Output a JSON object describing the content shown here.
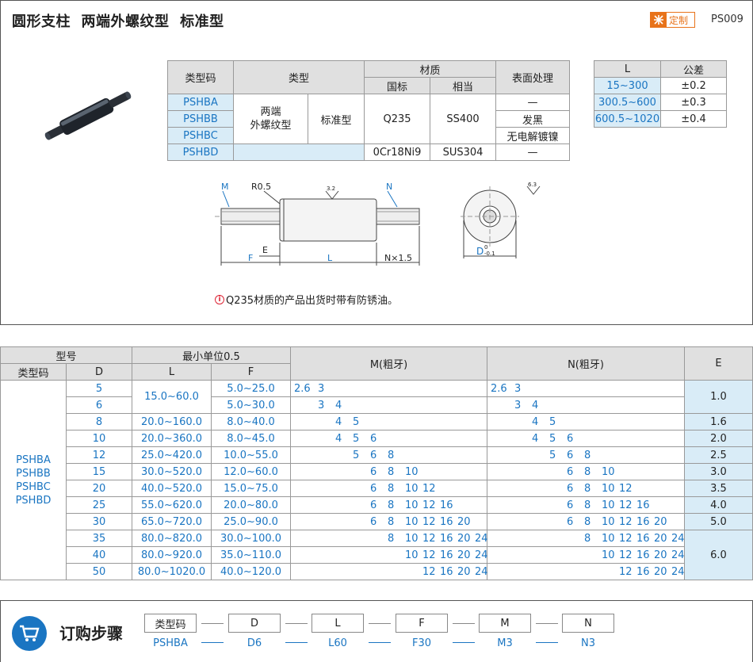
{
  "header": {
    "title": "圆形支柱  两端外螺纹型  标准型",
    "badge": "定制",
    "code": "PS009"
  },
  "spec_table": {
    "h_type_code": "类型码",
    "h_type": "类型",
    "h_material": "材质",
    "h_national": "国标",
    "h_equiv": "相当",
    "h_surface": "表面处理",
    "codes": [
      "PSHBA",
      "PSHBB",
      "PSHBC",
      "PSHBD"
    ],
    "type_a": "两端\n外螺纹型",
    "type_b": "标准型",
    "mat1_national": "Q235",
    "mat1_equiv": "SS400",
    "mat2_national": "0Cr18Ni9",
    "mat2_equiv": "SUS304",
    "surface": [
      "—",
      "发黑",
      "无电解镀镍",
      "—"
    ]
  },
  "tolerance_table": {
    "h_l": "L",
    "h_tol": "公差",
    "rows": [
      {
        "l": "15~300",
        "tol": "±0.2"
      },
      {
        "l": "300.5~600",
        "tol": "±0.3"
      },
      {
        "l": "600.5~1020",
        "tol": "±0.4"
      }
    ]
  },
  "drawing": {
    "m": "M",
    "r": "R0.5",
    "rough1": "3.2",
    "n": "N",
    "e": "E",
    "f": "F",
    "l": "L",
    "nx": "N×1.5",
    "rough2": "6.3",
    "d": "D",
    "d_tol_up": "0",
    "d_tol_low": "-0.1"
  },
  "note": {
    "icon": "i",
    "text": "Q235材质的产品出货时带有防锈油。"
  },
  "size_table": {
    "h_model": "型号",
    "h_min_unit": "最小单位0.5",
    "h_m": "M(粗牙)",
    "h_n": "N(粗牙)",
    "h_e": "E",
    "h_type_code": "类型码",
    "h_d": "D",
    "h_l": "L",
    "h_f": "F",
    "codes": "PSHBA\nPSHBB\nPSHBC\nPSHBD",
    "rows": [
      {
        "d": "5",
        "l": "15.0~60.0",
        "f": "5.0~25.0",
        "m": [
          "2.6",
          "3"
        ],
        "e": "1.0"
      },
      {
        "d": "6",
        "l": "",
        "f": "5.0~30.0",
        "m": [
          "3",
          "4"
        ],
        "e": ""
      },
      {
        "d": "8",
        "l": "20.0~160.0",
        "f": "8.0~40.0",
        "m": [
          "4",
          "5"
        ],
        "e": "1.6"
      },
      {
        "d": "10",
        "l": "20.0~360.0",
        "f": "8.0~45.0",
        "m": [
          "4",
          "5",
          "6"
        ],
        "e": "2.0"
      },
      {
        "d": "12",
        "l": "25.0~420.0",
        "f": "10.0~55.0",
        "m": [
          "5",
          "6",
          "8"
        ],
        "e": "2.5"
      },
      {
        "d": "15",
        "l": "30.0~520.0",
        "f": "12.0~60.0",
        "m": [
          "6",
          "8",
          "10"
        ],
        "e": "3.0"
      },
      {
        "d": "20",
        "l": "40.0~520.0",
        "f": "15.0~75.0",
        "m": [
          "6",
          "8",
          "10",
          "12"
        ],
        "e": "3.5"
      },
      {
        "d": "25",
        "l": "55.0~620.0",
        "f": "20.0~80.0",
        "m": [
          "6",
          "8",
          "10",
          "12",
          "16"
        ],
        "e": "4.0"
      },
      {
        "d": "30",
        "l": "65.0~720.0",
        "f": "25.0~90.0",
        "m": [
          "6",
          "8",
          "10",
          "12",
          "16",
          "20"
        ],
        "e": "5.0"
      },
      {
        "d": "35",
        "l": "80.0~820.0",
        "f": "30.0~100.0",
        "m": [
          "8",
          "10",
          "12",
          "16",
          "20",
          "24"
        ],
        "e": "6.0"
      },
      {
        "d": "40",
        "l": "80.0~920.0",
        "f": "35.0~110.0",
        "m": [
          "10",
          "12",
          "16",
          "20",
          "24"
        ],
        "e": ""
      },
      {
        "d": "50",
        "l": "80.0~1020.0",
        "f": "40.0~120.0",
        "m": [
          "12",
          "16",
          "20",
          "24"
        ],
        "e": ""
      }
    ]
  },
  "order": {
    "title": "订购步骤",
    "steps": [
      {
        "label": "类型码",
        "value": "PSHBA"
      },
      {
        "label": "D",
        "value": "D6"
      },
      {
        "label": "L",
        "value": "L60"
      },
      {
        "label": "F",
        "value": "F30"
      },
      {
        "label": "M",
        "value": "M3"
      },
      {
        "label": "N",
        "value": "N3"
      }
    ]
  }
}
